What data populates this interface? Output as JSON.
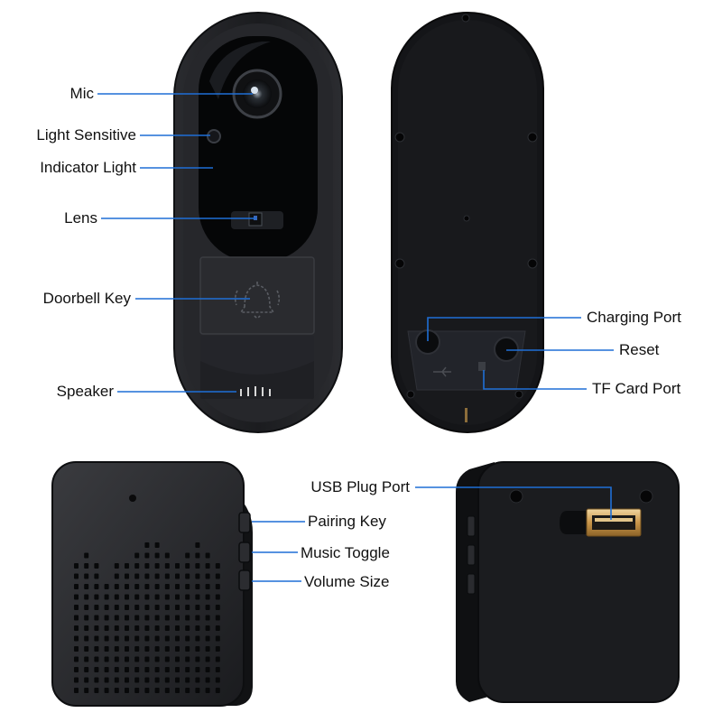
{
  "colors": {
    "leader": "#1f6fd6",
    "device_body": "#1c1d20",
    "device_bezel": "#2e2f33",
    "glass": "#050607",
    "usb_gold": "#d4a85a"
  },
  "doorbell_front": {
    "labels": {
      "mic": "Mic",
      "light_sensitive": "Light Sensitive",
      "indicator_light": "Indicator Light",
      "lens": "Lens",
      "doorbell_key": "Doorbell Key",
      "speaker": "Speaker"
    },
    "icons": [
      "camera-lens-icon",
      "bell-icon"
    ]
  },
  "doorbell_back": {
    "labels": {
      "charging_port": "Charging Port",
      "reset": "Reset",
      "tf_card_port": "TF Card Port"
    }
  },
  "chime_front": {
    "labels": {
      "pairing_key": "Pairing Key",
      "music_toggle": "Music Toggle",
      "volume_size": "Volume Size"
    }
  },
  "chime_back": {
    "labels": {
      "usb_plug_port": "USB Plug Port"
    },
    "icons": [
      "usb-plug-icon"
    ]
  }
}
